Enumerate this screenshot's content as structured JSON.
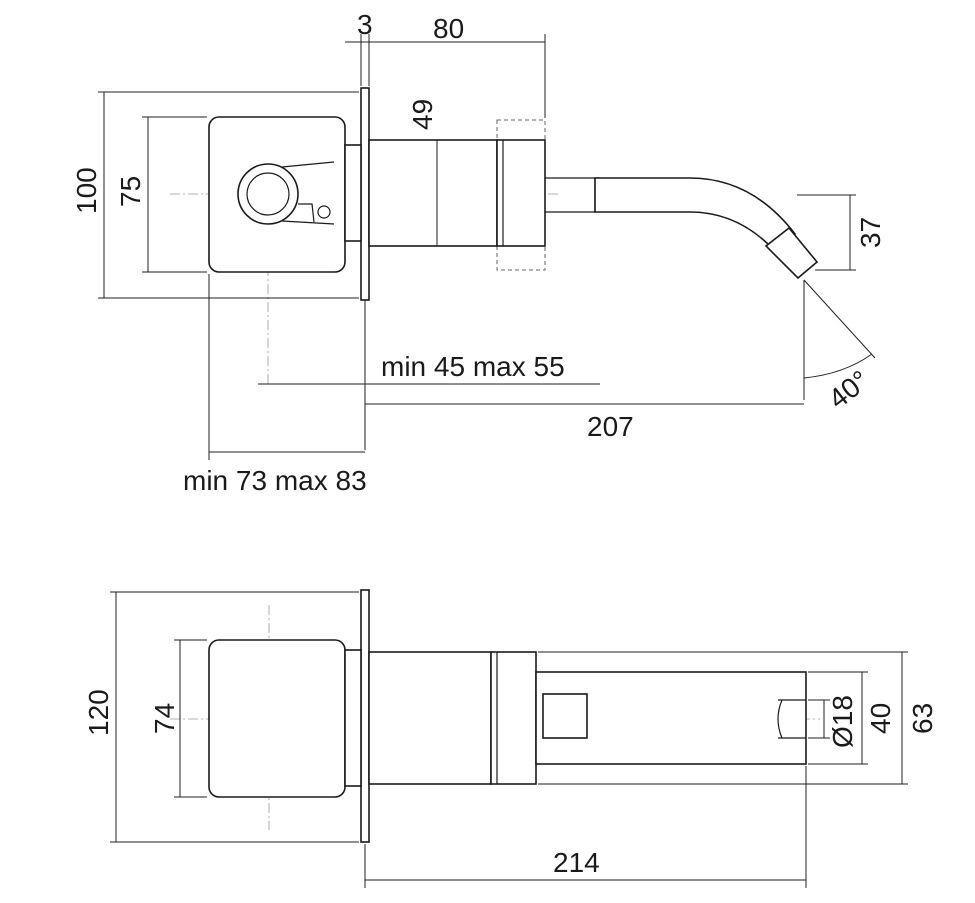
{
  "top_view": {
    "dims": {
      "plate_thickness": "3",
      "body_depth": "80",
      "body_height": "49",
      "plate_height": "100",
      "handle_height": "75",
      "spout_drop": "37",
      "spout_angle": "40°",
      "handle_offset": "min 45 max 55",
      "spout_projection": "207",
      "handle_depth": "min 73 max 83"
    }
  },
  "side_view": {
    "dims": {
      "plate_height": "120",
      "handle_height": "74",
      "outlet_diameter": "Ø18",
      "spout_height": "40",
      "body_height": "63",
      "total_length": "214"
    }
  }
}
